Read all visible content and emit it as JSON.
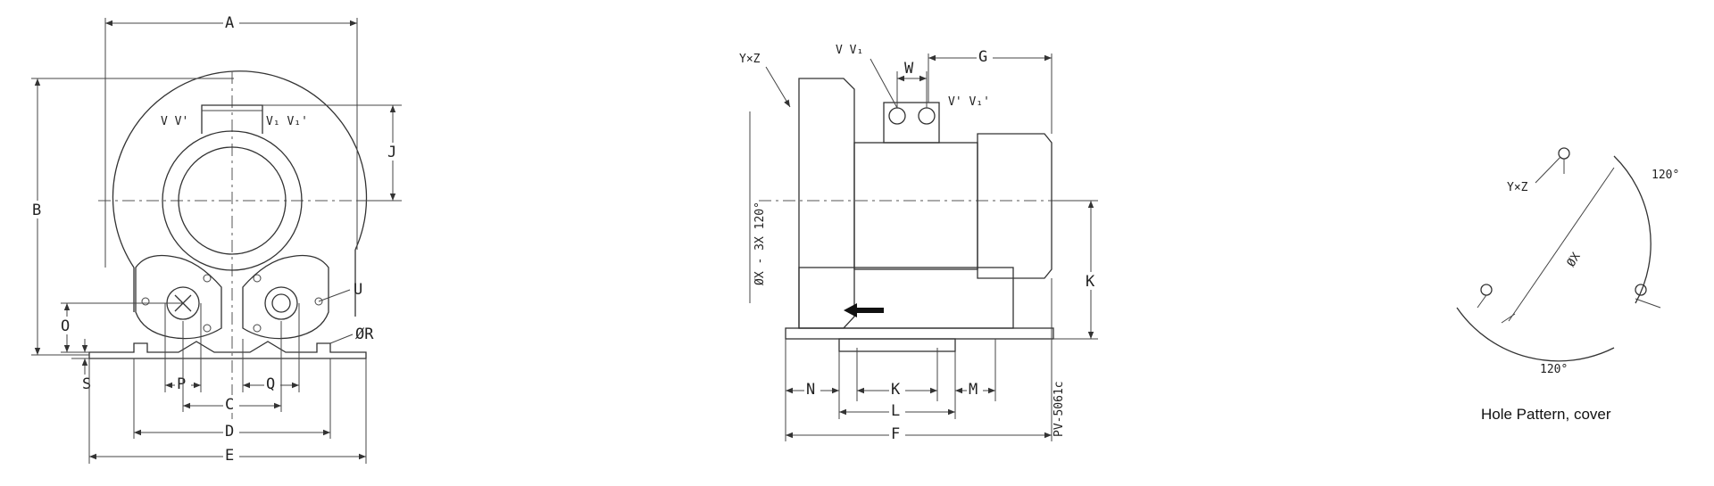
{
  "front_view": {
    "dims": {
      "A": "A",
      "B": "B",
      "C": "C",
      "D": "D",
      "E": "E",
      "J": "J",
      "O": "O",
      "P": "P",
      "Q": "Q",
      "S": "S",
      "U": "U",
      "R": "ØR"
    },
    "ports_left": "V V'",
    "ports_right": "V₁ V₁'"
  },
  "side_view": {
    "dims": {
      "G": "G",
      "W": "W",
      "K_vertical": "K",
      "K": "K",
      "N": "N",
      "M": "M",
      "L": "L",
      "F": "F"
    },
    "yz": "Y×Z",
    "hole_callout": "ØX - 3X 120°",
    "ports_top": "V V₁",
    "ports_right": "V' V₁'",
    "drawing_number": "PV-5061c"
  },
  "hole_pattern": {
    "yz": "Y×Z",
    "diameter": "ØX",
    "angle_top": "120°",
    "angle_bottom": "120°",
    "caption": "Hole Pattern, cover"
  }
}
